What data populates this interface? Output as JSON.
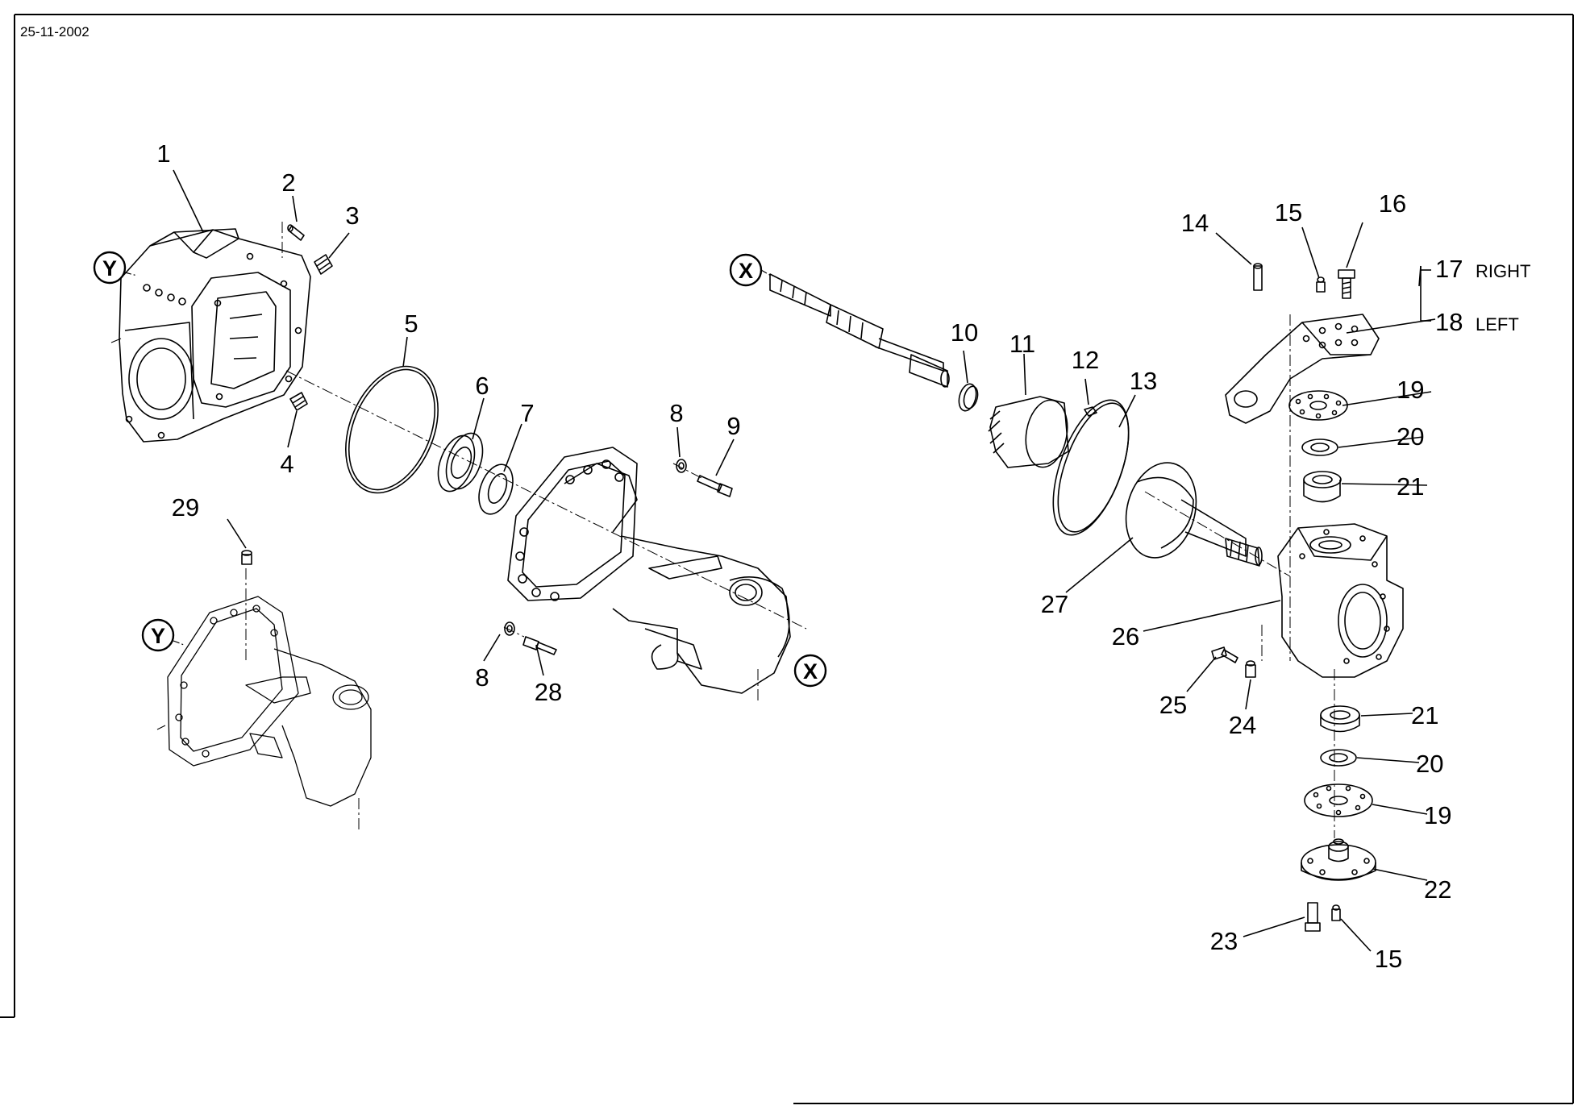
{
  "header": {
    "date": "25-11-2002"
  },
  "markers": {
    "x": "X",
    "y": "Y"
  },
  "callouts": {
    "c1": "1",
    "c2": "2",
    "c3": "3",
    "c4": "4",
    "c5": "5",
    "c6": "6",
    "c7": "7",
    "c8a": "8",
    "c8b": "8",
    "c9": "9",
    "c10": "10",
    "c11": "11",
    "c12": "12",
    "c13": "13",
    "c14": "14",
    "c15a": "15",
    "c15b": "15",
    "c16": "16",
    "c17": "17",
    "c18": "18",
    "c19a": "19",
    "c19b": "19",
    "c20a": "20",
    "c20b": "20",
    "c21a": "21",
    "c21b": "21",
    "c22": "22",
    "c23": "23",
    "c24": "24",
    "c25": "25",
    "c26": "26",
    "c27": "27",
    "c28": "28",
    "c29": "29"
  },
  "side_labels": {
    "right": "RIGHT",
    "left": "LEFT"
  }
}
